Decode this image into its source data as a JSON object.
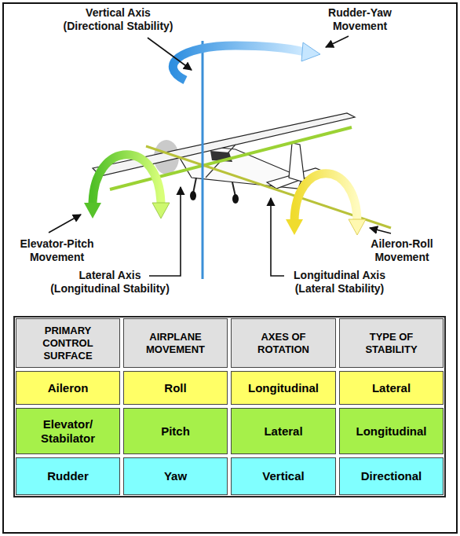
{
  "diagram": {
    "labels": [
      "Vertical Axis (Directional Stability)",
      "Rudder-Yaw Movement",
      "Elevator-Pitch Movement",
      "Aileron-Roll Movement",
      "Lateral Axis (Longitudinal Stability)",
      "Longitudinal Axis (Lateral Stability)",
      "PRIMARY CONTROL SURFACE",
      "AIRPLANE MOVEMENT",
      "AXES OF ROTATION",
      "TYPE OF STABILITY",
      "Aileron",
      "Roll",
      "Longitudinal",
      "Lateral",
      "Elevator/ Stabilator",
      "Pitch",
      "Lateral",
      "Longitudinal",
      "Rudder",
      "Yaw",
      "Vertical",
      "Directional"
    ]
  }
}
